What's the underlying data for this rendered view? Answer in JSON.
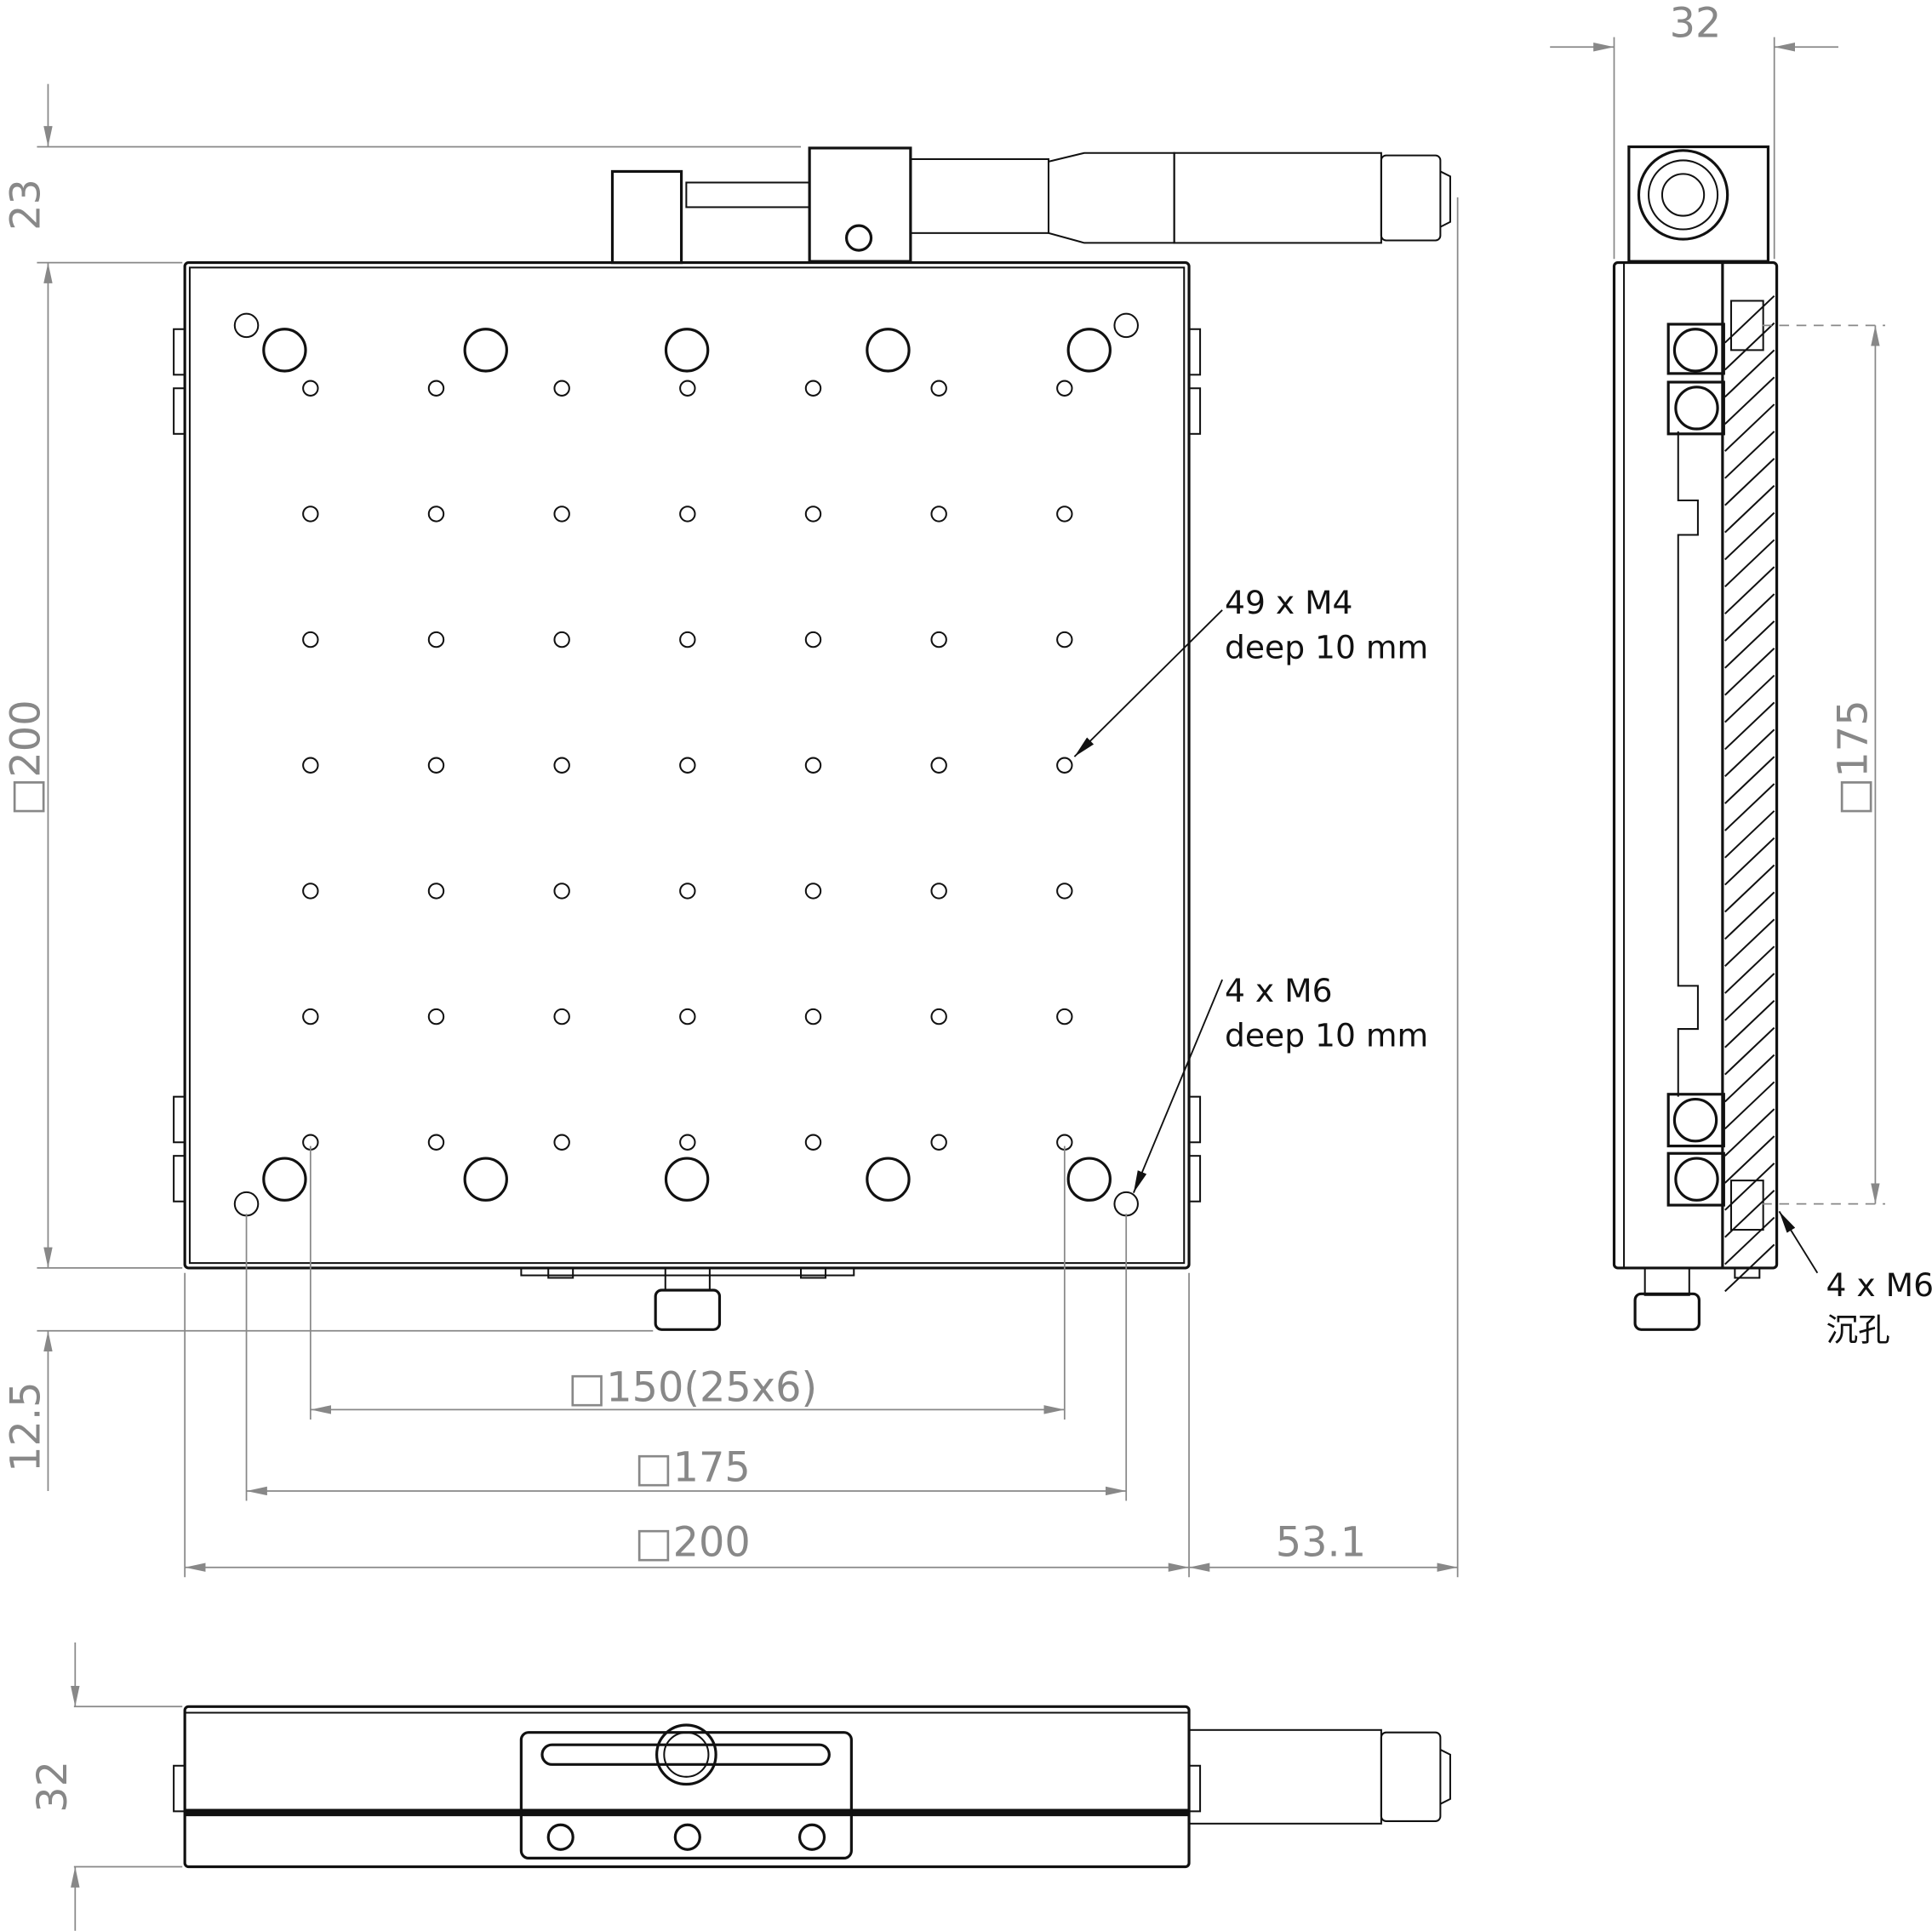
{
  "dimensions": {
    "top_offset": "23",
    "plate_height": "□200",
    "knob_offset": "12.5",
    "hole_pitch": "□150(25x6)",
    "m6_spacing": "□175",
    "plate_width": "□200",
    "micrometer_overhang": "53.1",
    "side_thickness": "32",
    "side_m6_spacing": "□175",
    "front_thickness": "32"
  },
  "notes": {
    "m4_count": "49 x M4",
    "m4_depth": "deep 10 mm",
    "m6_count": "4 x M6",
    "m6_depth": "deep 10 mm",
    "side_m6_count": "4 x M6",
    "side_m6_type": "沉孔"
  },
  "grid": {
    "m4_rows": 7,
    "m4_cols": 7,
    "pitch_mm": 25,
    "m6_large_per_row": 5
  }
}
